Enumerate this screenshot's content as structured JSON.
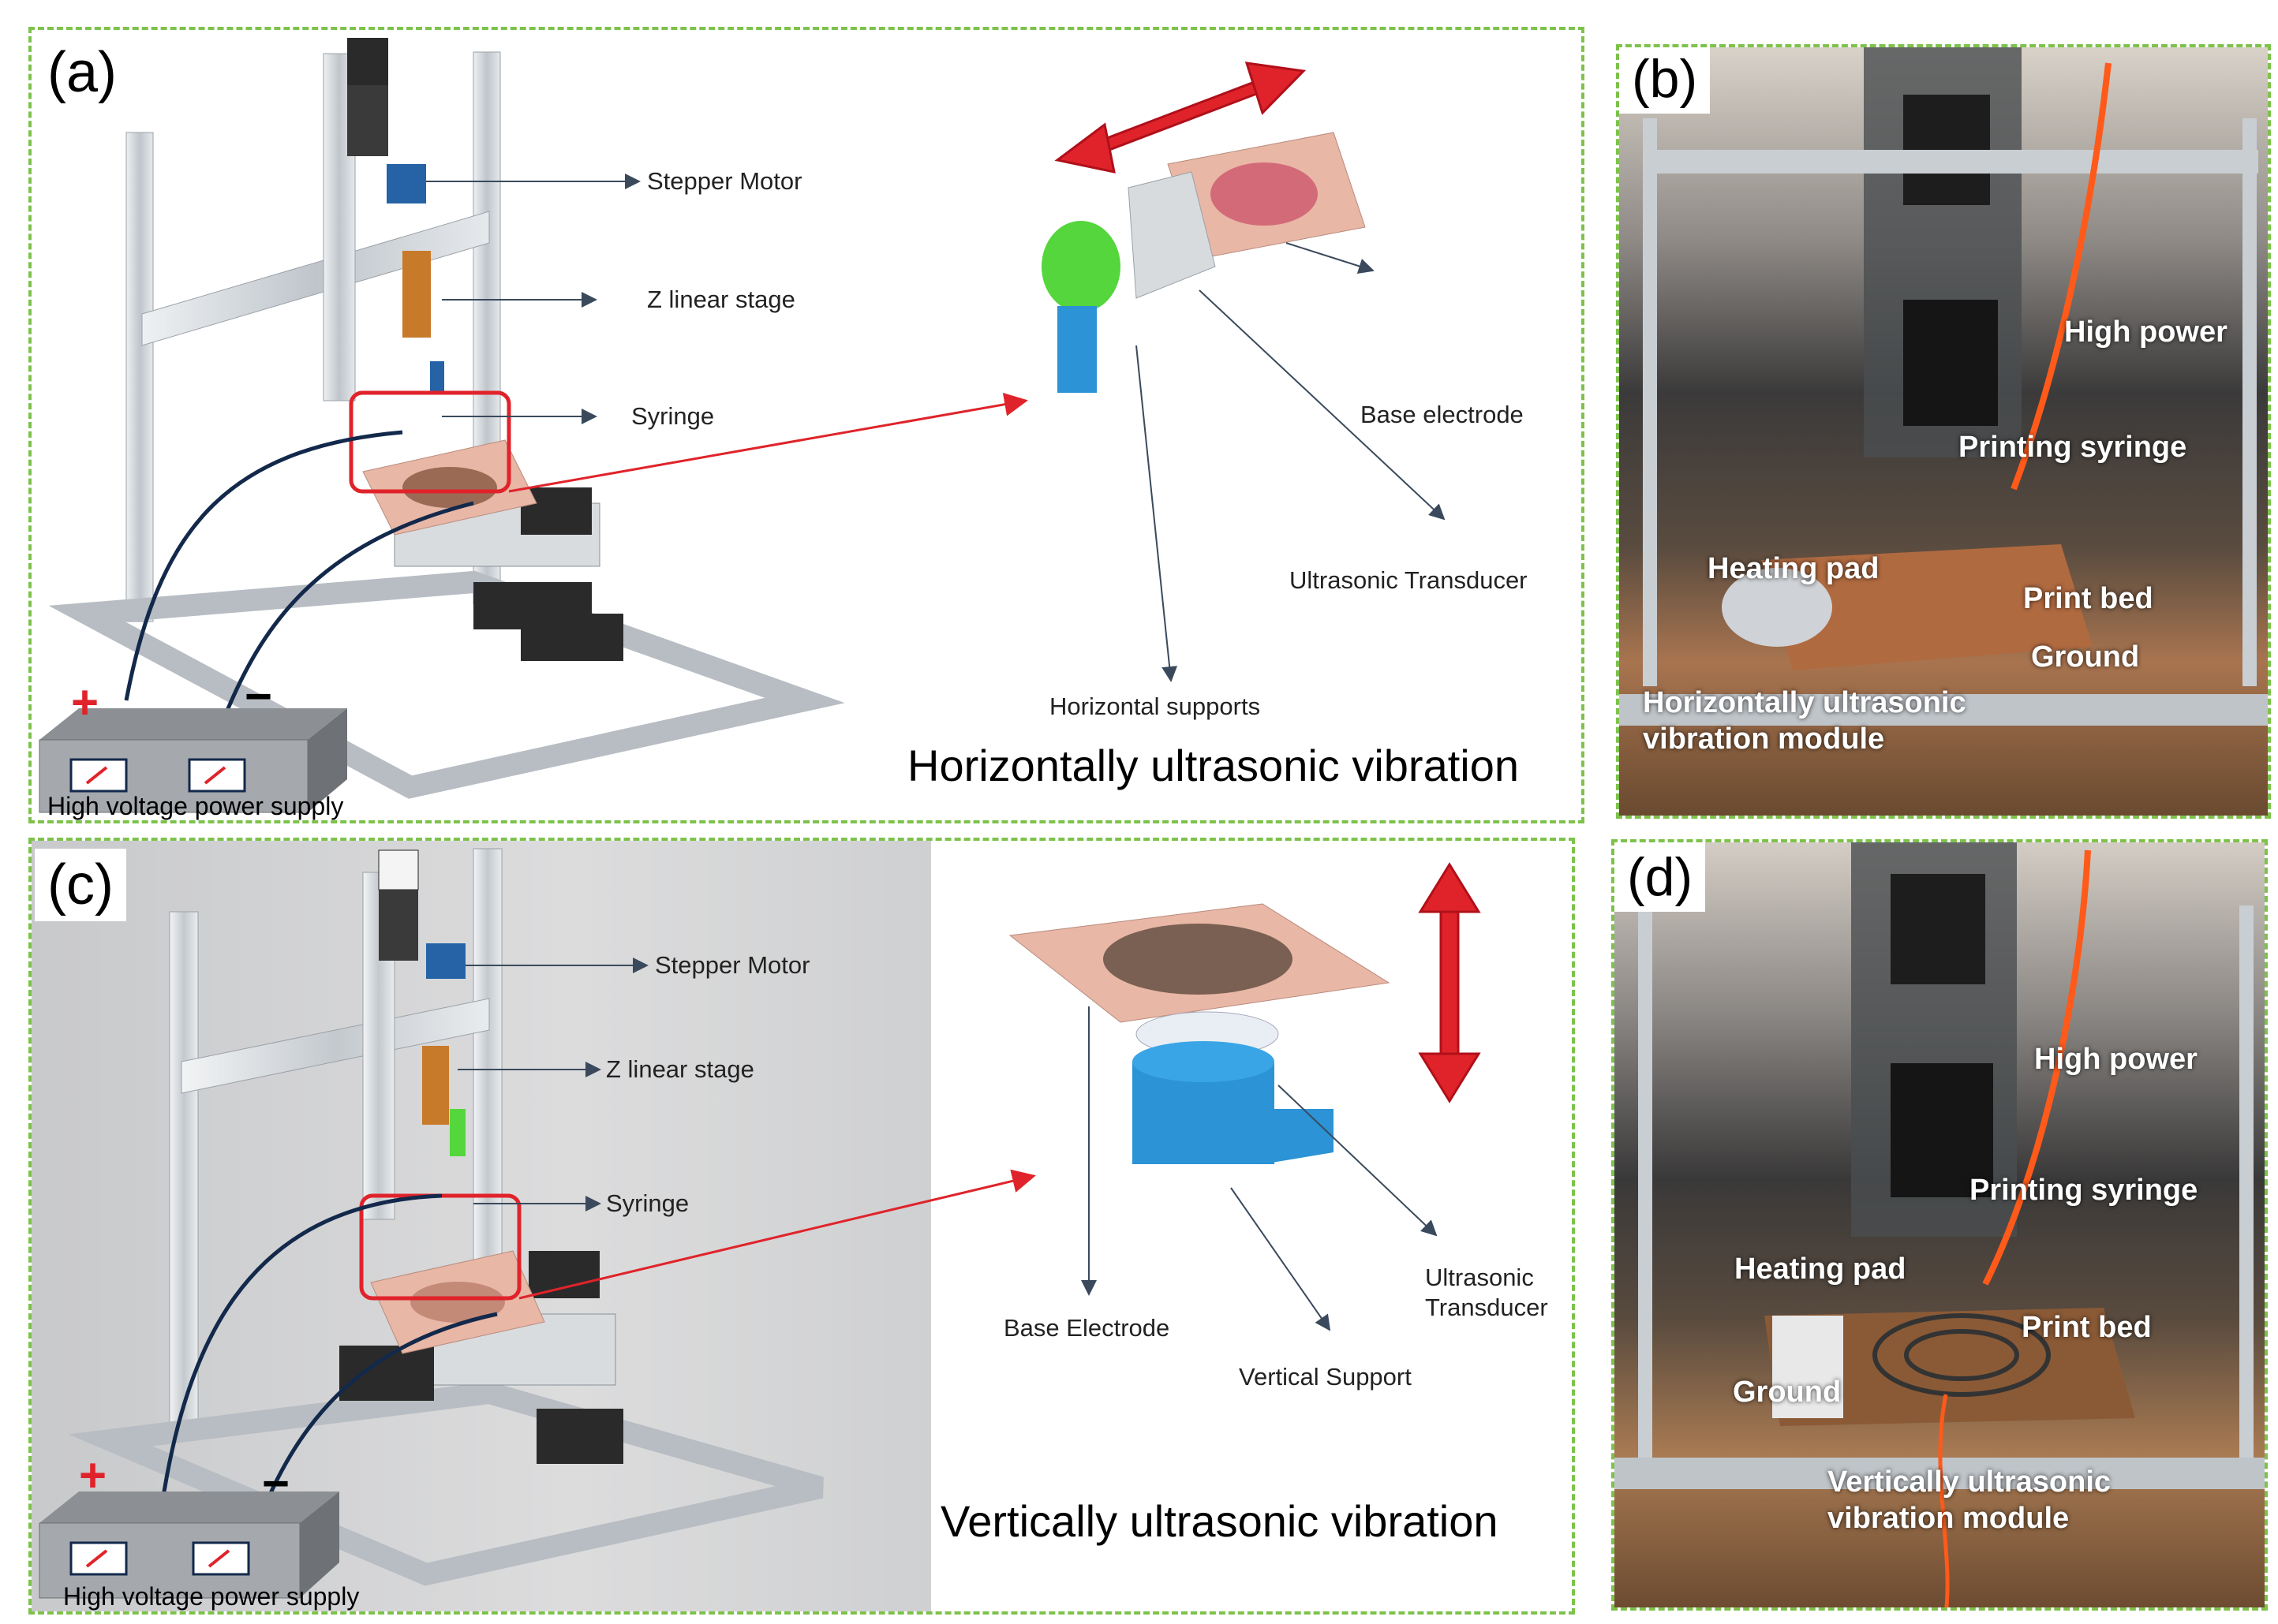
{
  "colors": {
    "panel_border": "#7dc24b",
    "arrow_red": "#e0232a",
    "frame_aluminum": "#c9ced3",
    "copper": "#e8b7a6",
    "wire_navy": "#13294b",
    "motor_blue": "#2563a6",
    "support_green": "#54d63c",
    "support_blue": "#2b93d6"
  },
  "panel_a": {
    "tag": "(a)",
    "labels": {
      "stepper_motor": "Stepper Motor",
      "z_linear_stage": "Z linear stage",
      "syringe": "Syringe",
      "base_electrode": "Base electrode",
      "ultrasonic_transducer": "Ultrasonic Transducer",
      "horizontal_supports": "Horizontal supports"
    },
    "caption": "Horizontally ultrasonic vibration",
    "power_supply": "High voltage power supply",
    "polarity_plus": "+",
    "polarity_minus": "−"
  },
  "panel_b": {
    "tag": "(b)",
    "labels": {
      "high_power": "High power",
      "printing_syringe": "Printing syringe",
      "heating_pad": "Heating pad",
      "print_bed": "Print bed",
      "ground": "Ground",
      "module_line1": "Horizontally ultrasonic",
      "module_line2": "vibration module"
    }
  },
  "panel_c": {
    "tag": "(c)",
    "labels": {
      "stepper_motor": "Stepper Motor",
      "z_linear_stage": "Z linear stage",
      "syringe": "Syringe",
      "base_electrode": "Base Electrode",
      "vertical_support": "Vertical Support",
      "ultrasonic_line1": "Ultrasonic",
      "ultrasonic_line2": "Transducer"
    },
    "caption": "Vertically ultrasonic vibration",
    "power_supply": "High voltage power supply",
    "polarity_plus": "+",
    "polarity_minus": "−"
  },
  "panel_d": {
    "tag": "(d)",
    "labels": {
      "high_power": "High power",
      "printing_syringe": "Printing syringe",
      "heating_pad": "Heating pad",
      "print_bed": "Print bed",
      "ground": "Ground",
      "module_line1": "Vertically ultrasonic",
      "module_line2": "vibration module"
    }
  }
}
